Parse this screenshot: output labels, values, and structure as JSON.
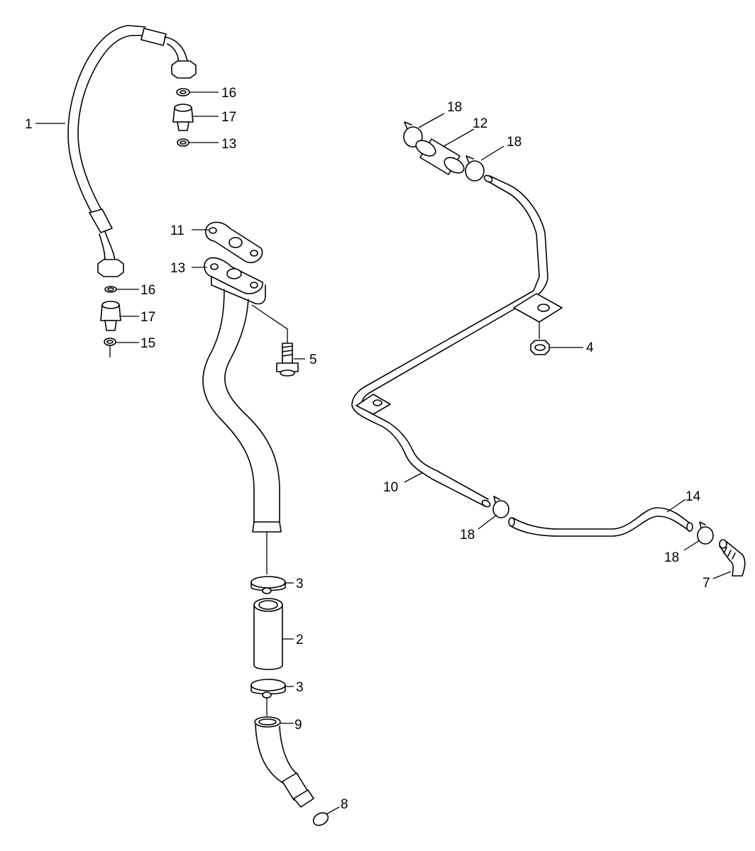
{
  "colors": {
    "line": "#000000",
    "background": "#ffffff"
  },
  "callouts": {
    "c1": "1",
    "c16a": "16",
    "c17a": "17",
    "c13a": "13",
    "c11": "11",
    "c13b": "13",
    "c16b": "16",
    "c17b": "17",
    "c15": "15",
    "c5": "5",
    "c3a": "3",
    "c2": "2",
    "c3b": "3",
    "c9": "9",
    "c8": "8",
    "c18a": "18",
    "c12": "12",
    "c18b": "18",
    "c4": "4",
    "c10": "10",
    "c18c": "18",
    "c14": "14",
    "c18d": "18",
    "c7": "7"
  }
}
